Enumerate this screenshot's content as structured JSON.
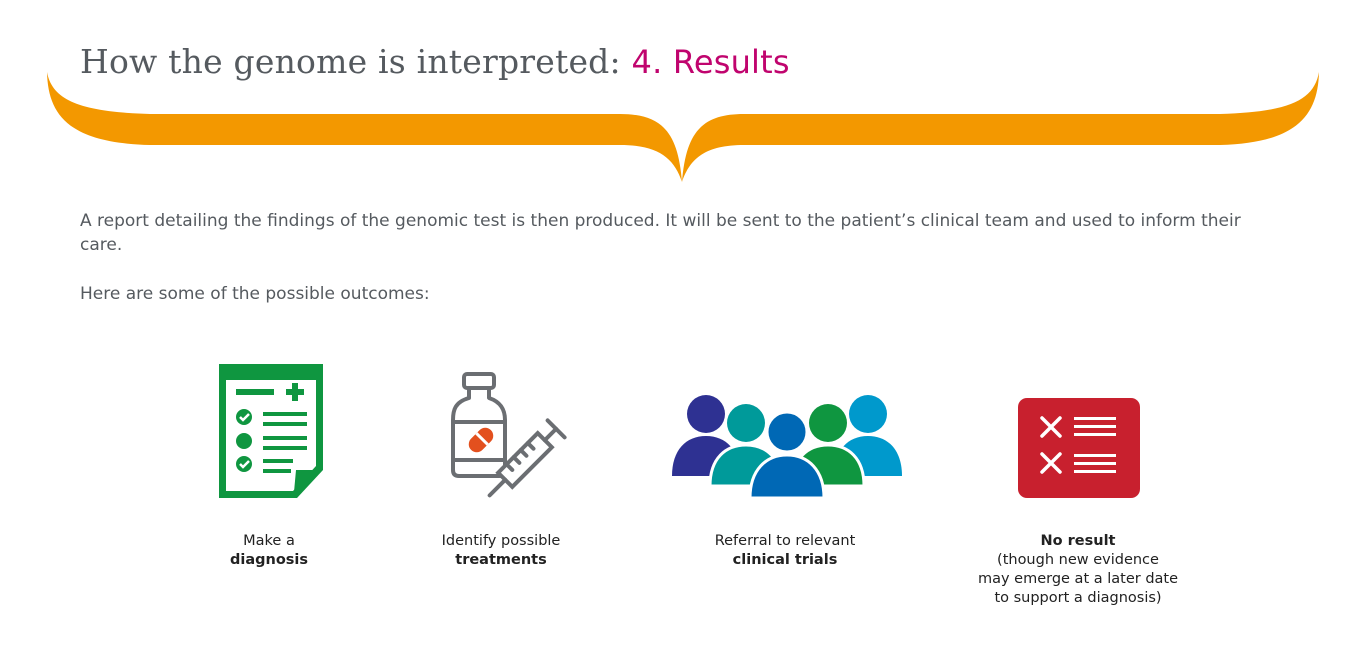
{
  "title": {
    "prefix": "How the genome is interpreted: ",
    "highlight": "4. Results"
  },
  "intro": {
    "paragraph1": "A report detailing the findings of the genomic test is then produced. It will be sent to the patient’s clinical team and used to inform their care.",
    "paragraph2": "Here are some of the possible outcomes:"
  },
  "outcomes": [
    {
      "icon": "clipboard-checklist-icon",
      "line1": "Make a",
      "bold": "diagnosis"
    },
    {
      "icon": "medicine-syringe-icon",
      "line1": "Identify possible",
      "bold": "treatments"
    },
    {
      "icon": "people-group-icon",
      "line1": "Referral to relevant",
      "bold": "clinical trials"
    },
    {
      "icon": "no-result-list-icon",
      "bold": "No result",
      "line2": "(though new evidence",
      "line3": "may emerge at a later date",
      "line4": "to support a diagnosis)"
    }
  ],
  "colors": {
    "brace": "#f39800",
    "accent": "#c0046e",
    "green": "#0f9640",
    "red": "#c8202e",
    "gray": "#6b6e72"
  }
}
